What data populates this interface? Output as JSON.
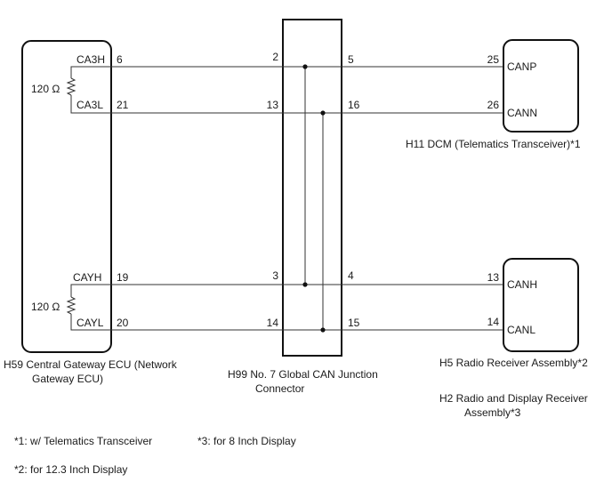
{
  "ecu_left": {
    "caption": "H59 Central Gateway ECU (Network Gateway ECU)",
    "caption_line1": "H59  Central Gateway ECU (Network",
    "caption_line2": "Gateway ECU)",
    "resistor_top": "120 Ω",
    "resistor_bottom": "120 Ω",
    "signals": [
      "CA3H",
      "CA3L",
      "CAYH",
      "CAYL"
    ],
    "pins": [
      "6",
      "21",
      "19",
      "20"
    ]
  },
  "junction": {
    "caption_line1": "H99  No. 7 Global CAN Junction",
    "caption_line2": "Connector",
    "left_pins": [
      "2",
      "13",
      "3",
      "14"
    ],
    "right_pins": [
      "5",
      "16",
      "4",
      "15"
    ]
  },
  "dcm": {
    "caption": "H11  DCM (Telematics Transceiver)*1",
    "signals": [
      "CANP",
      "CANN"
    ],
    "pins": [
      "25",
      "26"
    ]
  },
  "radio": {
    "caption_h5": "H5  Radio Receiver Assembly*2",
    "caption_h2_line1": "H2   Radio and Display Receiver",
    "caption_h2_line2": "Assembly*3",
    "signals": [
      "CANH",
      "CANL"
    ],
    "pins": [
      "13",
      "14"
    ]
  },
  "notes": {
    "note1": "*1: w/ Telematics Transceiver",
    "note2": "*2: for 12.3 Inch Display",
    "note3": "*3: for 8 Inch Display"
  }
}
